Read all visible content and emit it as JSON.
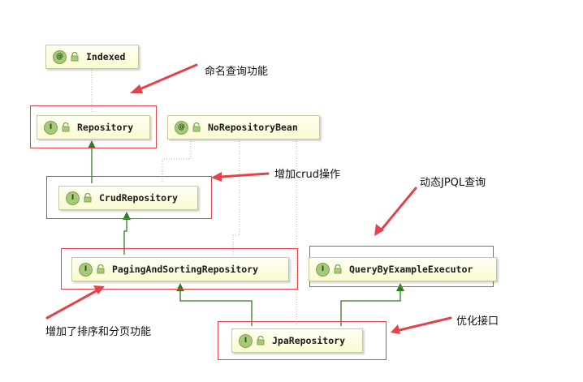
{
  "nodes": {
    "indexed": {
      "kind": "@",
      "name": "Indexed"
    },
    "repository": {
      "kind": "I",
      "name": "Repository"
    },
    "no_repository_bean": {
      "kind": "@",
      "name": "NoRepositoryBean"
    },
    "crud_repository": {
      "kind": "I",
      "name": "CrudRepository"
    },
    "paging_and_sorting_repository": {
      "kind": "I",
      "name": "PagingAndSortingRepository"
    },
    "query_by_example_executor": {
      "kind": "I",
      "name": "QueryByExampleExecutor"
    },
    "jpa_repository": {
      "kind": "I",
      "name": "JpaRepository"
    }
  },
  "annotations": {
    "named_query": "命名查询功能",
    "crud": "增加crud操作",
    "dynamic_jpql": "动态JPQL查询",
    "paging_sorting": "增加了排序和分页功能",
    "optimized_interface": "优化接口"
  },
  "colors": {
    "highlight_box": "#e2434b",
    "arrow": "#e2434b",
    "inheritance_line": "#2e7d1e",
    "annotation_dotted": "#b8b48a"
  }
}
